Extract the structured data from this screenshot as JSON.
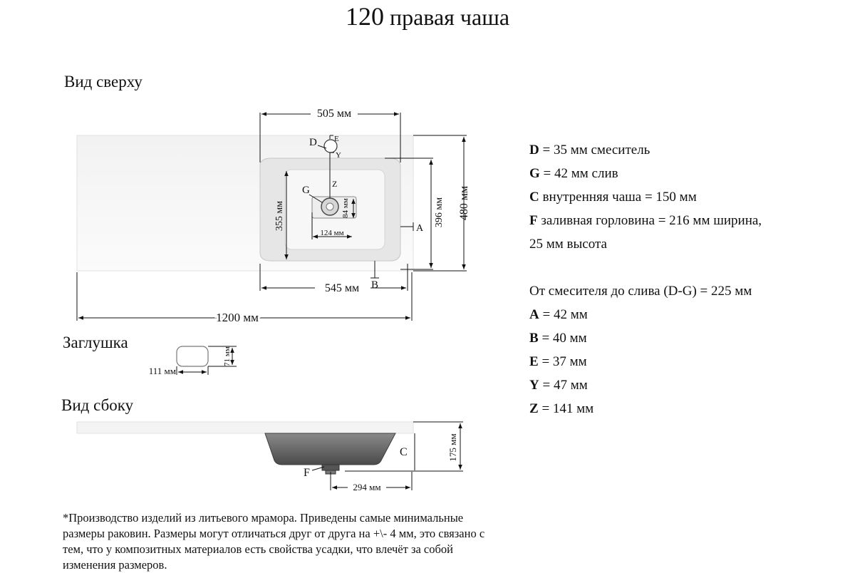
{
  "title": {
    "number": "120",
    "text": "правая чаша"
  },
  "sections": {
    "top_view": "Вид сверху",
    "plug": "Заглушка",
    "side_view": "Вид сбоку"
  },
  "top_view": {
    "dim_bowl_width": "505 мм",
    "dim_outer_bowl": "545 мм",
    "dim_total_width": "1200 мм",
    "dim_depth": "480 мм",
    "dim_inner_depth": "396 мм",
    "dim_inner_height": "355 мм",
    "dim_drain_offset_x": "124 мм",
    "dim_drain_offset_y": "84 мм",
    "labels": {
      "D": "D",
      "E": "E",
      "Y": "Y",
      "Z": "Z",
      "G": "G",
      "A": "A",
      "B": "B"
    }
  },
  "plug": {
    "dim_width": "111 мм",
    "dim_height": "71 мм"
  },
  "side_view": {
    "dim_height": "175 мм",
    "dim_offset": "294 мм",
    "labels": {
      "C": "C",
      "F": "F"
    }
  },
  "specs": [
    {
      "key": "D",
      "text": " = 35 мм смеситель"
    },
    {
      "key": "G",
      "text": " = 42 мм слив"
    },
    {
      "key": "C",
      "text": " внутренняя чаша = 150 мм"
    },
    {
      "key": "F",
      "text": " заливная горловина = 216 мм ширина,"
    },
    {
      "key": "",
      "text": "25 мм высота"
    }
  ],
  "distance": "От смесителя до слива (D-G) = 225 мм",
  "specs2": [
    {
      "key": "A",
      "text": " = 42 мм"
    },
    {
      "key": "B",
      "text": " = 40 мм"
    },
    {
      "key": "E",
      "text": " = 37 мм"
    },
    {
      "key": "Y",
      "text": " = 47 мм"
    },
    {
      "key": "Z",
      "text": " = 141 мм"
    }
  ],
  "note": "*Производство изделий из литьевого мрамора. Приведены самые минимальные размеры раковин. Размеры могут отличаться друг от друга на +\\- 4 мм, это связано с тем, что у композитных материалов есть свойства усадки, что влечёт за собой изменения размеров."
}
